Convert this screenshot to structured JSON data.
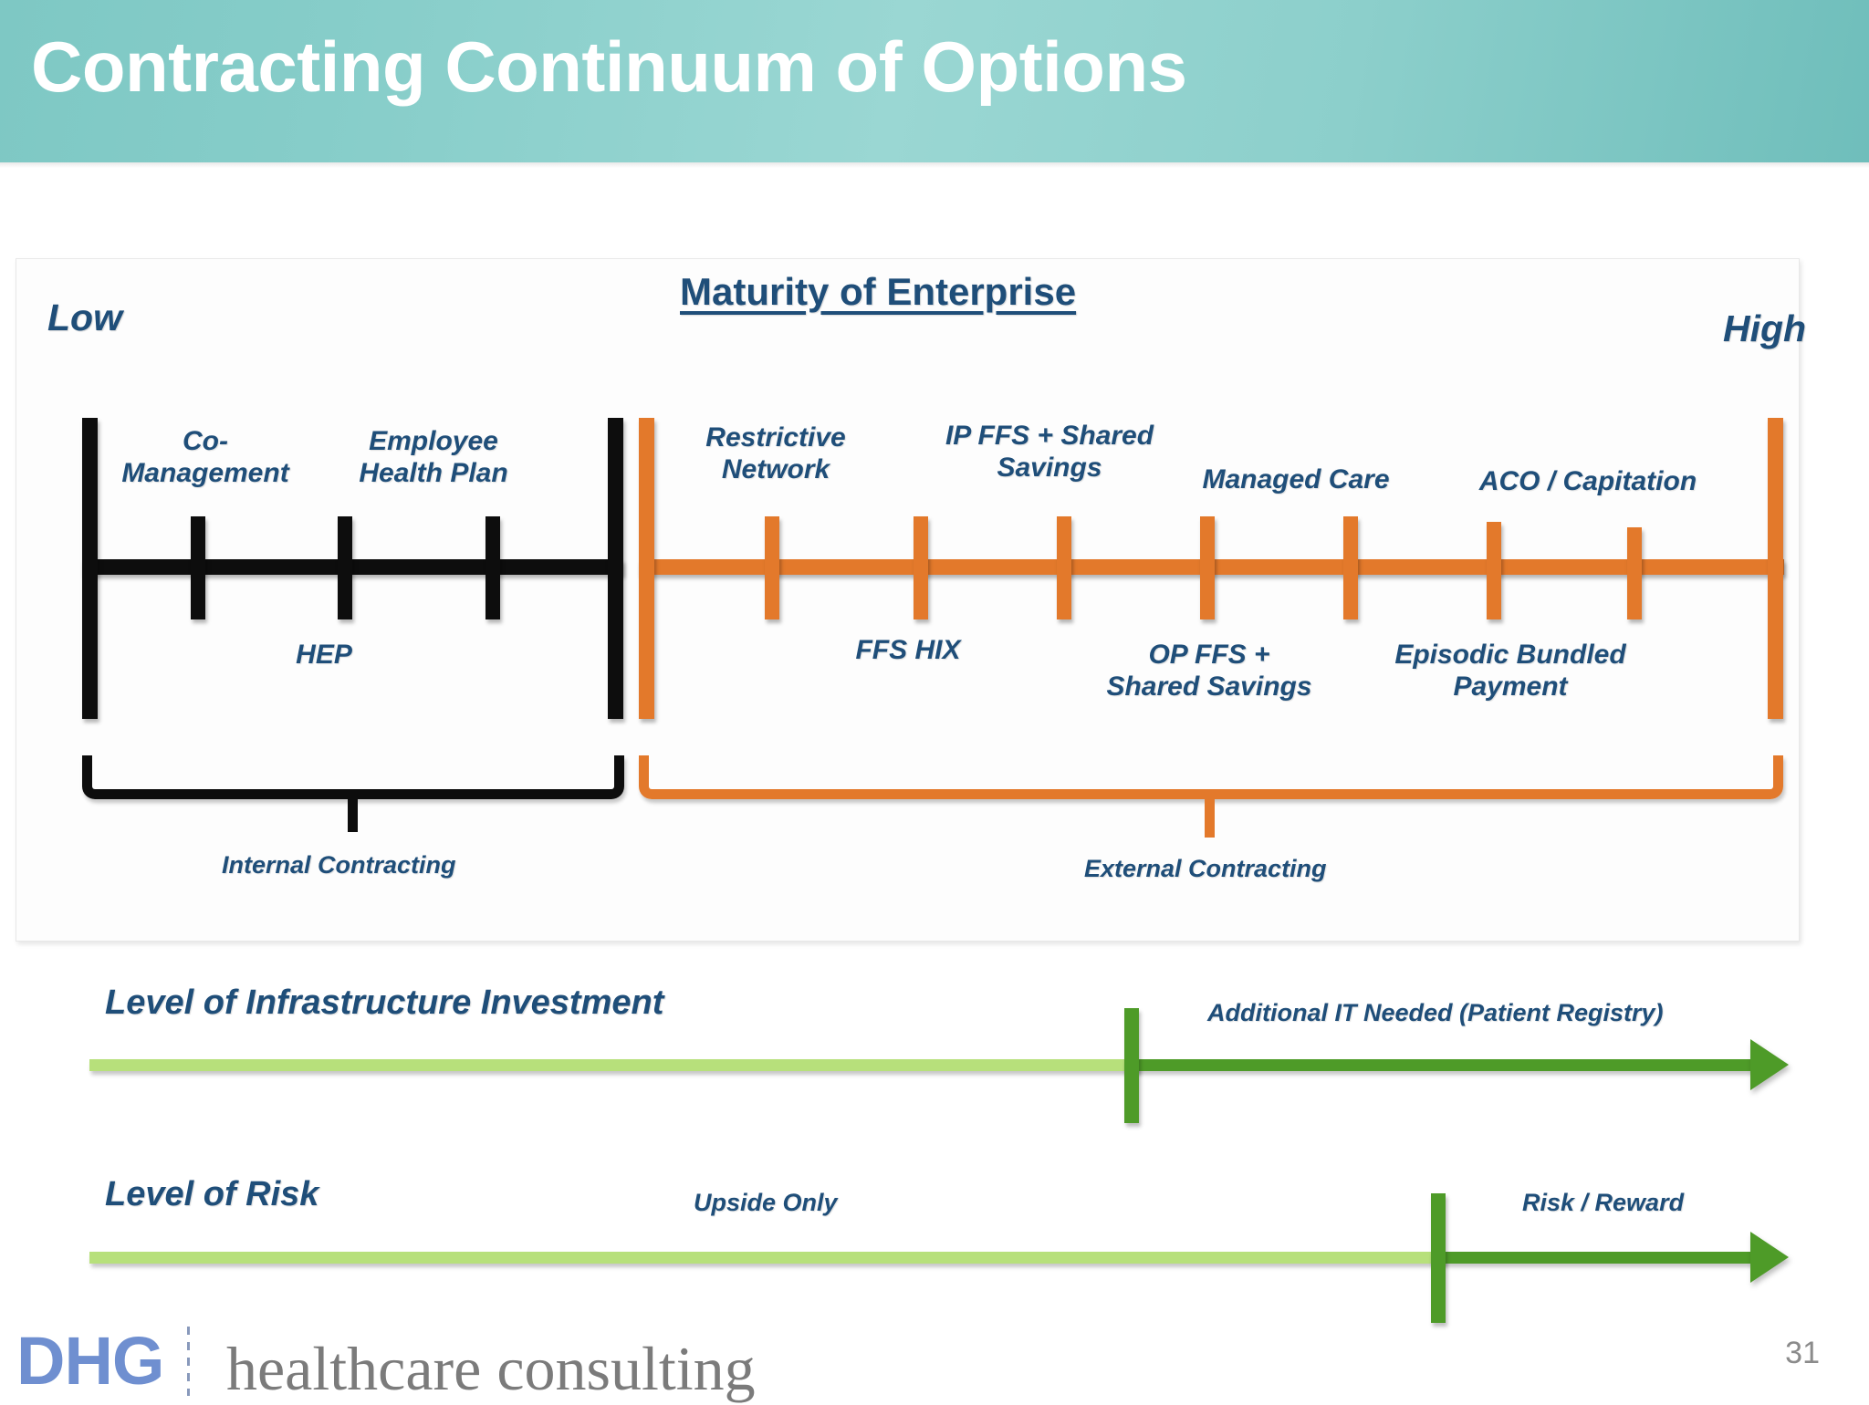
{
  "slide": {
    "title": "Contracting Continuum of Options",
    "page_number": "31",
    "accent_teal": "#8ccfcb",
    "accent_navy": "#1f4e79",
    "accent_orange": "#E3792B",
    "accent_black": "#0d0d0d",
    "accent_green_light": "#B7E07B",
    "accent_green_dark": "#4E9B28"
  },
  "continuum": {
    "axis_title": "Maturity of Enterprise",
    "low_label": "Low",
    "high_label": "High",
    "internal": {
      "brace_label": "Internal Contracting",
      "color": "#0d0d0d",
      "labels_above": [
        {
          "text": "Co-\nManagement"
        },
        {
          "text": "Employee\nHealth Plan"
        }
      ],
      "labels_below": [
        {
          "text": "HEP"
        }
      ]
    },
    "external": {
      "brace_label": "External Contracting",
      "color": "#E3792B",
      "labels_above": [
        {
          "text": "Restrictive\nNetwork"
        },
        {
          "text": "IP FFS + Shared\nSavings"
        },
        {
          "text": "Managed Care"
        },
        {
          "text": "ACO / Capitation"
        }
      ],
      "labels_below": [
        {
          "text": "FFS HIX"
        },
        {
          "text": "OP FFS +\nShared Savings"
        },
        {
          "text": "Episodic Bundled\nPayment"
        }
      ]
    }
  },
  "infrastructure_row": {
    "title": "Level of Infrastructure Investment",
    "note": "Additional IT Needed (Patient Registry)"
  },
  "risk_row": {
    "title": "Level of Risk",
    "note_left": "Upside Only",
    "note_right": "Risk / Reward"
  },
  "footer": {
    "logo_mark": "DHG",
    "logo_text": "healthcare consulting"
  }
}
